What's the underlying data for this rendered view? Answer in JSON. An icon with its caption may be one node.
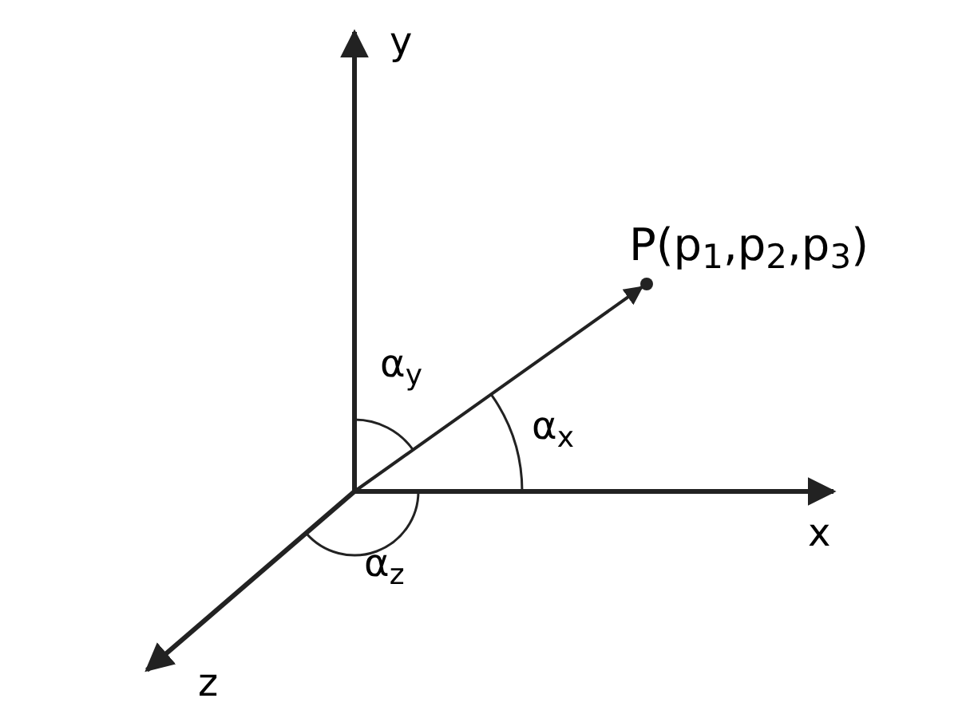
{
  "diagram": {
    "labels": [
      "y",
      "P(p$_{1}$,p$_{2}$,p$_{3}$)",
      "α$_{y}$",
      "α$_{x}$",
      "x",
      "α$_{z}$",
      "z"
    ]
  }
}
